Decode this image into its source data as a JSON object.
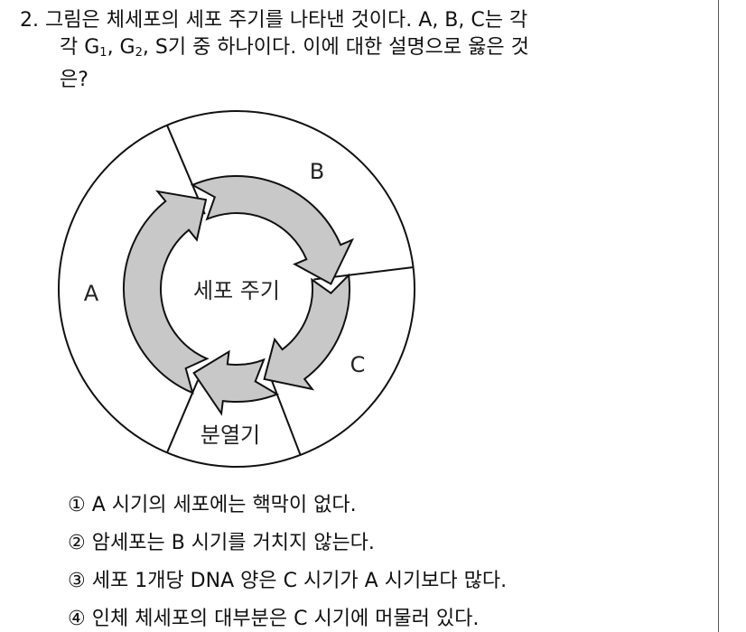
{
  "question": {
    "number": "2.",
    "line1": "그림은 체세포의 세포 주기를 나타낸 것이다. A, B, C는 각",
    "line2_pre": "각 G",
    "line2_sub1": "1",
    "line2_mid": ", G",
    "line2_sub2": "2",
    "line2_post": ", S기 중 하나이다. 이에 대한 설명으로 옳은 것",
    "line3": "은?"
  },
  "diagram": {
    "center_label": "세포 주기",
    "label_a": "A",
    "label_b": "B",
    "label_c": "C",
    "label_division": "분열기",
    "arrow_fill": "#c8c8c8"
  },
  "options": [
    {
      "marker": "①",
      "text": "A 시기의 세포에는 핵막이 없다."
    },
    {
      "marker": "②",
      "text": "암세포는 B 시기를 거치지 않는다."
    },
    {
      "marker": "③",
      "text": "세포 1개당 DNA 양은 C 시기가 A 시기보다 많다."
    },
    {
      "marker": "④",
      "text": "인체 체세포의 대부분은 C 시기에 머물러 있다."
    }
  ]
}
